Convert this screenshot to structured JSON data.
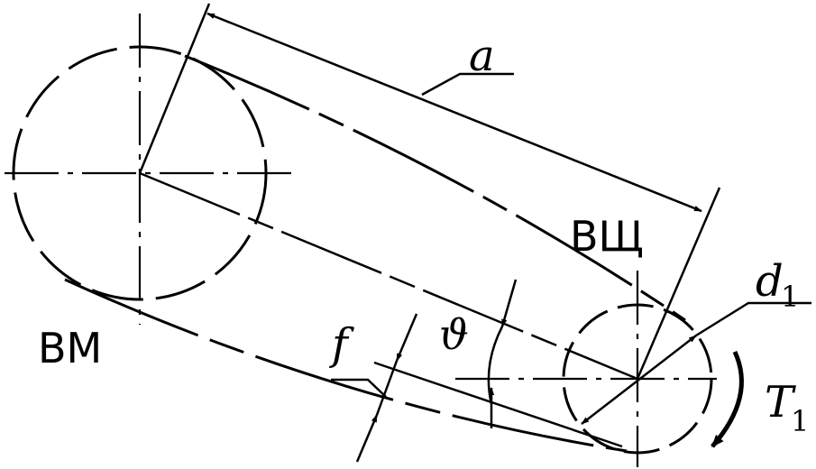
{
  "labels": {
    "motor_pulley": "ВМ",
    "shaft_pulley": "ВЩ",
    "center_distance": "a",
    "diameter_main": "d",
    "diameter_sub": "1",
    "sag": "f",
    "angle": "ϑ",
    "tension_main": "T",
    "tension_sub": "1"
  }
}
